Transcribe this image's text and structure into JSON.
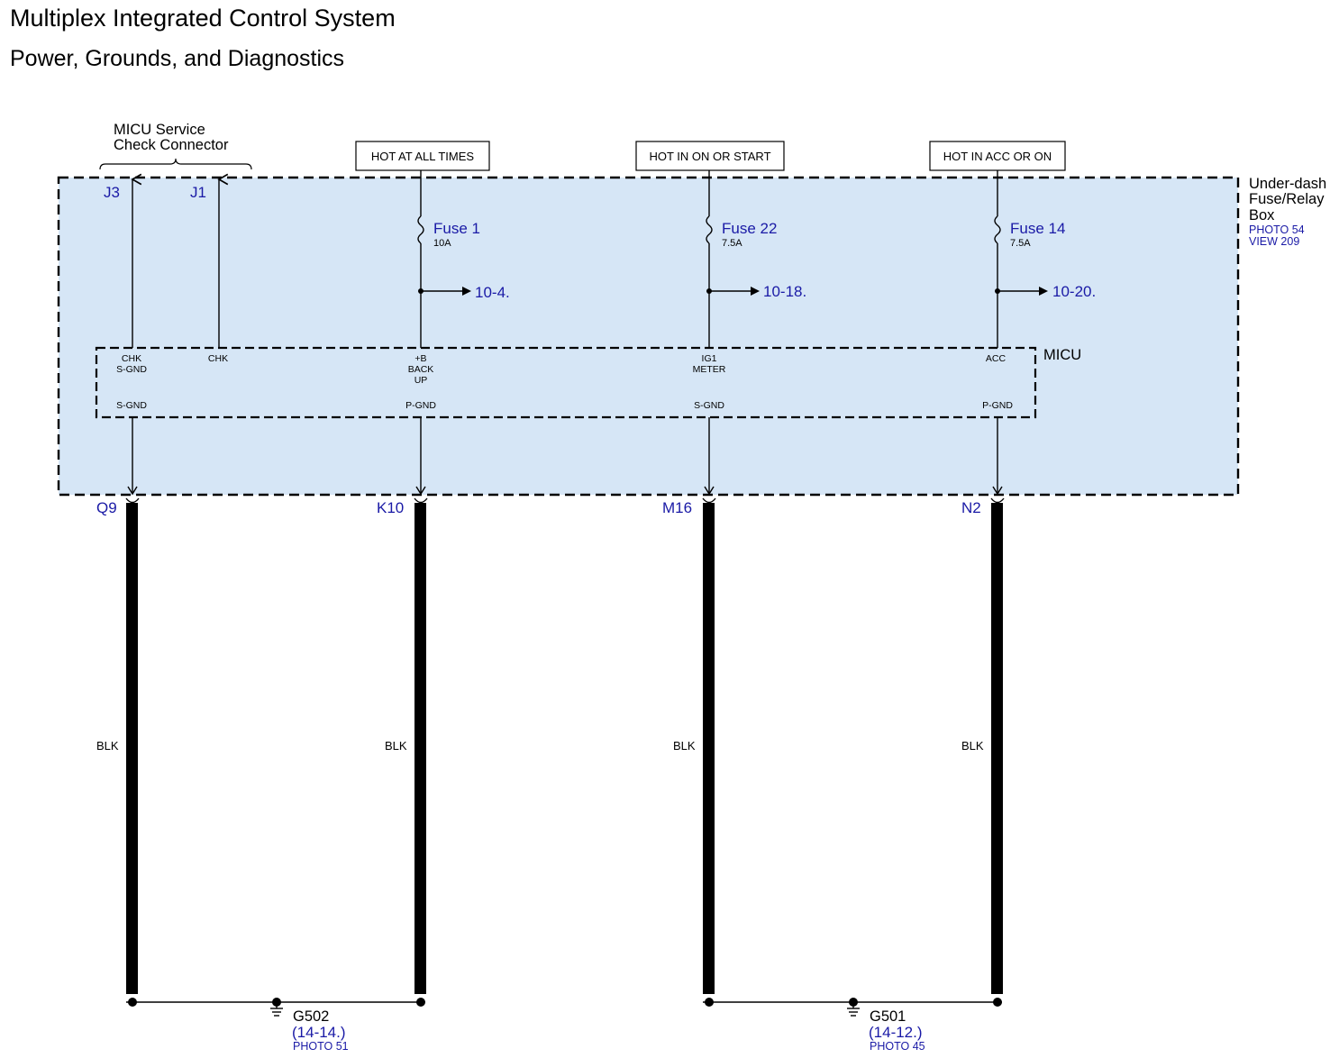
{
  "title": "Multiplex Integrated Control System",
  "subtitle": "Power, Grounds, and Diagnostics",
  "colors": {
    "box_fill": "#d6e6f6",
    "link_blue": "#1a1aa6",
    "wire": "#000000"
  },
  "service_connector": {
    "label_line1": "MICU Service",
    "label_line2": "Check Connector"
  },
  "power_headers": [
    "HOT AT ALL TIMES",
    "HOT IN ON OR START",
    "HOT IN ACC OR ON"
  ],
  "relay_box": {
    "label_line1": "Under-dash",
    "label_line2": "Fuse/Relay",
    "label_line3": "Box",
    "photo": "PHOTO 54",
    "view": "VIEW 209"
  },
  "micu_label": "MICU",
  "top_terminals": [
    "J3",
    "J1"
  ],
  "fuses": [
    {
      "name": "Fuse 1",
      "rating": "10A",
      "ref": "10-4."
    },
    {
      "name": "Fuse 22",
      "rating": "7.5A",
      "ref": "10-18."
    },
    {
      "name": "Fuse 14",
      "rating": "7.5A",
      "ref": "10-20."
    }
  ],
  "micu_pins_top": [
    [
      "CHK",
      "S-GND"
    ],
    [
      "CHK"
    ],
    [
      "+B",
      "BACK",
      "UP"
    ],
    [
      "IG1",
      "METER"
    ],
    [
      "ACC"
    ]
  ],
  "micu_pins_bottom": [
    "S-GND",
    "P-GND",
    "S-GND",
    "P-GND"
  ],
  "bottom_terminals": [
    "Q9",
    "K10",
    "M16",
    "N2"
  ],
  "wire_color": "BLK",
  "grounds": [
    {
      "name": "G502",
      "ref": "(14-14.)",
      "photo": "PHOTO 51"
    },
    {
      "name": "G501",
      "ref": "(14-12.)",
      "photo": "PHOTO 45"
    }
  ]
}
